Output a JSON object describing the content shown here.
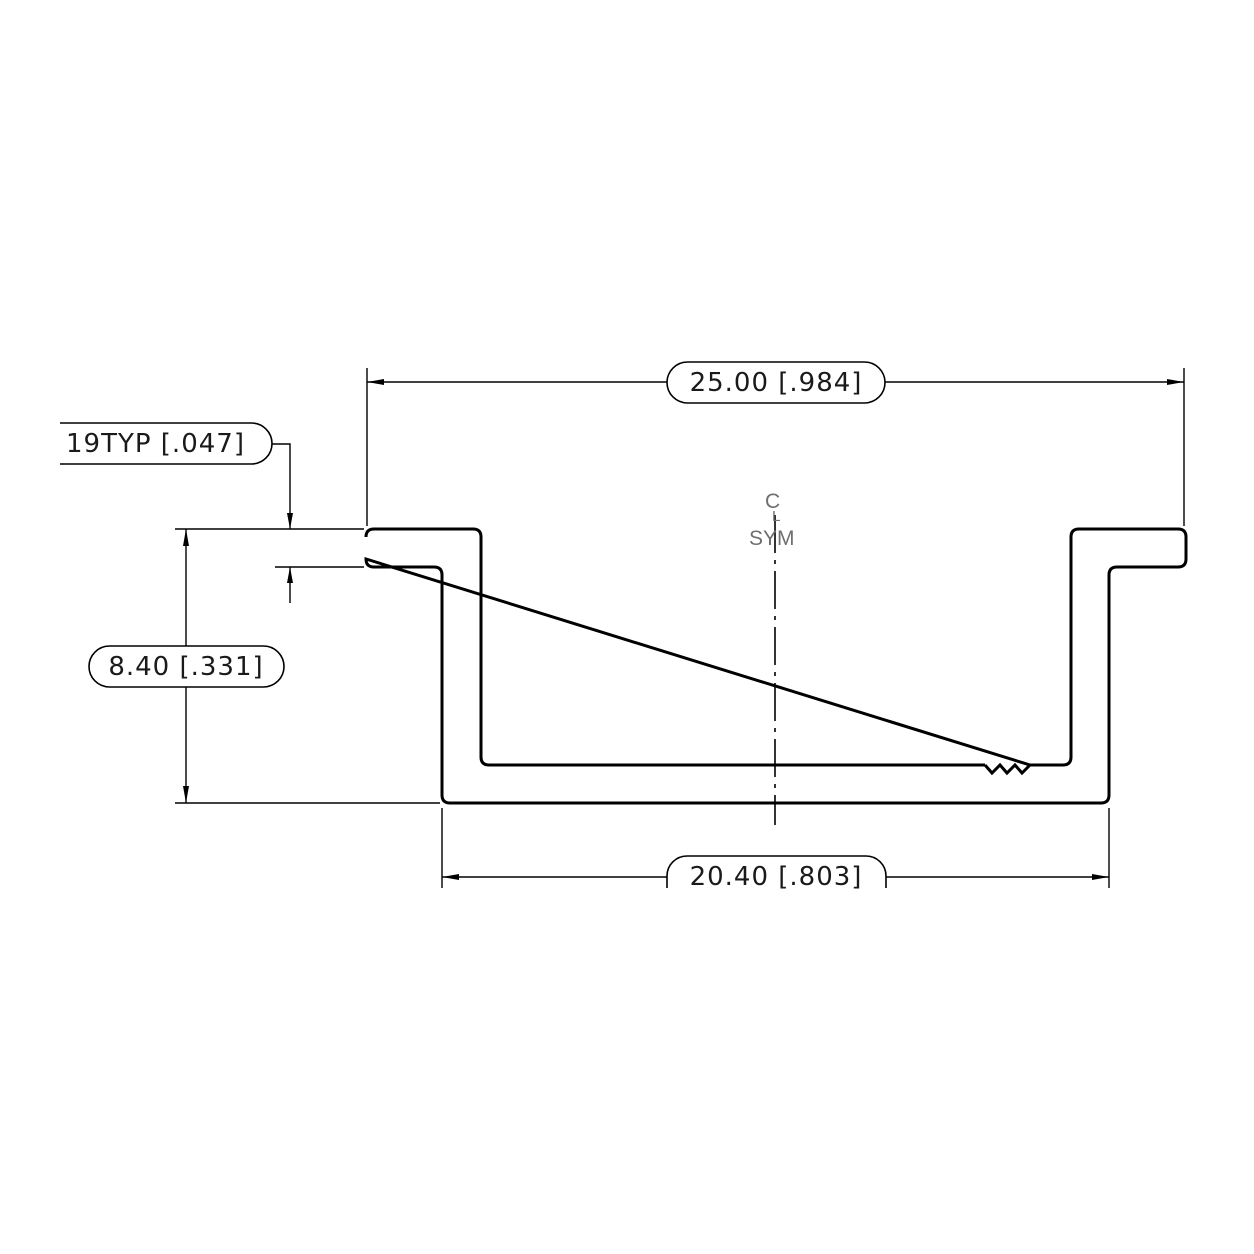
{
  "drawing": {
    "dimensions": {
      "overall_width": "25.00 [.984]",
      "bottom_width": "20.40 [.803]",
      "height": "8.40 [.331]",
      "thickness": "19TYP [.047]"
    },
    "centerline": {
      "symbol": "C",
      "symbol_sub": "L",
      "label": "SYM"
    },
    "colors": {
      "line": "#000000",
      "text": "#1a1a1a",
      "centerline_text": "#6f6f6f"
    }
  }
}
